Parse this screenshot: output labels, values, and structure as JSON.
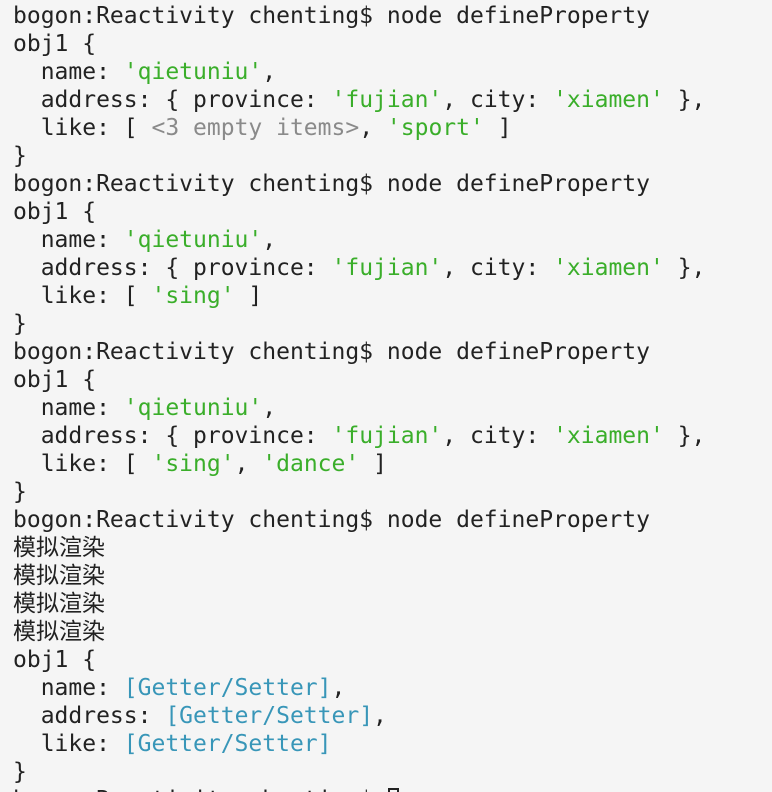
{
  "terminal": {
    "colors": {
      "background": "#f5f5f5",
      "text": "#222222",
      "string": "#3aae2a",
      "special": "#3896b8",
      "dim": "#8a8a8a"
    },
    "lines": [
      [
        {
          "t": "bogon:Reactivity chenting$ node defineProperty",
          "c": "prompt"
        }
      ],
      [
        {
          "t": "obj1 {",
          "c": "plain"
        }
      ],
      [
        {
          "t": "  name: ",
          "c": "plain"
        },
        {
          "t": "'qietuniu'",
          "c": "str"
        },
        {
          "t": ",",
          "c": "plain"
        }
      ],
      [
        {
          "t": "  address: { province: ",
          "c": "plain"
        },
        {
          "t": "'fujian'",
          "c": "str"
        },
        {
          "t": ", city: ",
          "c": "plain"
        },
        {
          "t": "'xiamen'",
          "c": "str"
        },
        {
          "t": " },",
          "c": "plain"
        }
      ],
      [
        {
          "t": "  like: [ ",
          "c": "plain"
        },
        {
          "t": "<3 empty items>",
          "c": "dim"
        },
        {
          "t": ", ",
          "c": "plain"
        },
        {
          "t": "'sport'",
          "c": "str"
        },
        {
          "t": " ]",
          "c": "plain"
        }
      ],
      [
        {
          "t": "}",
          "c": "plain"
        }
      ],
      [
        {
          "t": "bogon:Reactivity chenting$ node defineProperty",
          "c": "prompt"
        }
      ],
      [
        {
          "t": "obj1 {",
          "c": "plain"
        }
      ],
      [
        {
          "t": "  name: ",
          "c": "plain"
        },
        {
          "t": "'qietuniu'",
          "c": "str"
        },
        {
          "t": ",",
          "c": "plain"
        }
      ],
      [
        {
          "t": "  address: { province: ",
          "c": "plain"
        },
        {
          "t": "'fujian'",
          "c": "str"
        },
        {
          "t": ", city: ",
          "c": "plain"
        },
        {
          "t": "'xiamen'",
          "c": "str"
        },
        {
          "t": " },",
          "c": "plain"
        }
      ],
      [
        {
          "t": "  like: [ ",
          "c": "plain"
        },
        {
          "t": "'sing'",
          "c": "str"
        },
        {
          "t": " ]",
          "c": "plain"
        }
      ],
      [
        {
          "t": "}",
          "c": "plain"
        }
      ],
      [
        {
          "t": "bogon:Reactivity chenting$ node defineProperty",
          "c": "prompt"
        }
      ],
      [
        {
          "t": "obj1 {",
          "c": "plain"
        }
      ],
      [
        {
          "t": "  name: ",
          "c": "plain"
        },
        {
          "t": "'qietuniu'",
          "c": "str"
        },
        {
          "t": ",",
          "c": "plain"
        }
      ],
      [
        {
          "t": "  address: { province: ",
          "c": "plain"
        },
        {
          "t": "'fujian'",
          "c": "str"
        },
        {
          "t": ", city: ",
          "c": "plain"
        },
        {
          "t": "'xiamen'",
          "c": "str"
        },
        {
          "t": " },",
          "c": "plain"
        }
      ],
      [
        {
          "t": "  like: [ ",
          "c": "plain"
        },
        {
          "t": "'sing'",
          "c": "str"
        },
        {
          "t": ", ",
          "c": "plain"
        },
        {
          "t": "'dance'",
          "c": "str"
        },
        {
          "t": " ]",
          "c": "plain"
        }
      ],
      [
        {
          "t": "}",
          "c": "plain"
        }
      ],
      [
        {
          "t": "bogon:Reactivity chenting$ node defineProperty",
          "c": "prompt"
        }
      ],
      [
        {
          "t": "模拟渲染",
          "c": "plain"
        }
      ],
      [
        {
          "t": "模拟渲染",
          "c": "plain"
        }
      ],
      [
        {
          "t": "模拟渲染",
          "c": "plain"
        }
      ],
      [
        {
          "t": "模拟渲染",
          "c": "plain"
        }
      ],
      [
        {
          "t": "obj1 {",
          "c": "plain"
        }
      ],
      [
        {
          "t": "  name: ",
          "c": "plain"
        },
        {
          "t": "[Getter/Setter]",
          "c": "special"
        },
        {
          "t": ",",
          "c": "plain"
        }
      ],
      [
        {
          "t": "  address: ",
          "c": "plain"
        },
        {
          "t": "[Getter/Setter]",
          "c": "special"
        },
        {
          "t": ",",
          "c": "plain"
        }
      ],
      [
        {
          "t": "  like: ",
          "c": "plain"
        },
        {
          "t": "[Getter/Setter]",
          "c": "special"
        }
      ],
      [
        {
          "t": "}",
          "c": "plain"
        }
      ],
      [
        {
          "t": "bogon:Reactivity chenting$ ",
          "c": "prompt"
        }
      ]
    ],
    "cursor_icon": "block-cursor"
  }
}
